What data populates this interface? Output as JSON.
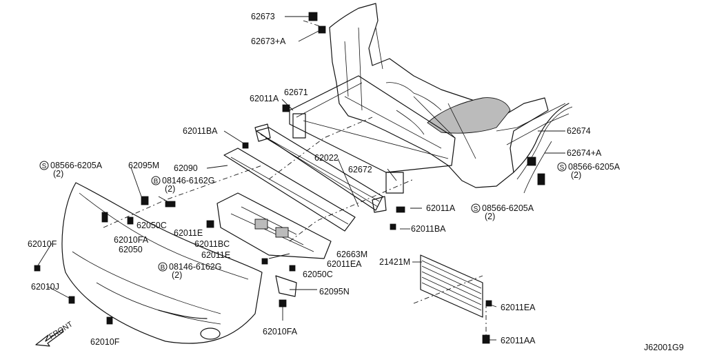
{
  "labels": {
    "p62673": "62673",
    "p62673a": "62673+A",
    "p62011a_top": "62011A",
    "p62671": "62671",
    "p62011ba_top": "62011BA",
    "p62022": "62022",
    "p62090": "62090",
    "p62672": "62672",
    "p62011a_mid": "62011A",
    "p62011ba_mid": "62011BA",
    "p62674": "62674",
    "p62674a": "62674+A",
    "s08566_right": "08566-6205A",
    "s08566_right_qty": "(2)",
    "s08566_mid": "08566-6205A",
    "s08566_mid_qty": "(2)",
    "s08566_left": "08566-6205A",
    "s08566_left_qty": "(2)",
    "p62095m": "62095M",
    "b08146_top": "08146-6162G",
    "b08146_top_qty": "(2)",
    "p62050c_top": "62050C",
    "p62011e_a": "62011E",
    "p62011bc": "62011BC",
    "p62010fa_left": "62010FA",
    "p62050": "62050",
    "p62011e_b": "62011E",
    "p62663m": "62663M",
    "p62011ea_mid": "62011EA",
    "b08146_bot": "08146-6162G",
    "b08146_bot_qty": "(2)",
    "p62050c_bot": "62050C",
    "p62010f_top": "62010F",
    "p62010j": "62010J",
    "p62095n": "62095N",
    "p62010fa_bot": "62010FA",
    "p62010f_bot": "62010F",
    "p21421m": "21421M",
    "p62011ea_right": "62011EA",
    "p62011aa": "62011AA",
    "front": "FRONT",
    "diagram_id": "J62001G9",
    "s_mark": "S",
    "b_mark": "B"
  }
}
